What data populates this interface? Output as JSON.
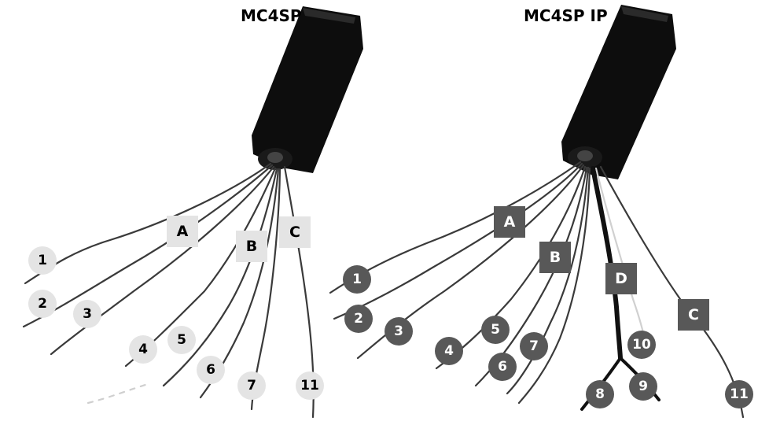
{
  "left": {
    "title": "MC4SP",
    "groups": {
      "A": "A",
      "B": "B",
      "C": "C"
    },
    "wires": [
      "1",
      "2",
      "3",
      "4",
      "5",
      "6",
      "7",
      "11"
    ]
  },
  "right": {
    "title": "MC4SP IP",
    "groups": {
      "A": "A",
      "B": "B",
      "C": "C",
      "D": "D"
    },
    "wires": [
      "1",
      "2",
      "3",
      "4",
      "5",
      "6",
      "7",
      "8",
      "9",
      "10",
      "11"
    ]
  },
  "colors": {
    "device_body": "#0d0d0d",
    "wire": "#3a3a3a",
    "callout_light": "#e4e4e4",
    "callout_dark": "#585858"
  }
}
